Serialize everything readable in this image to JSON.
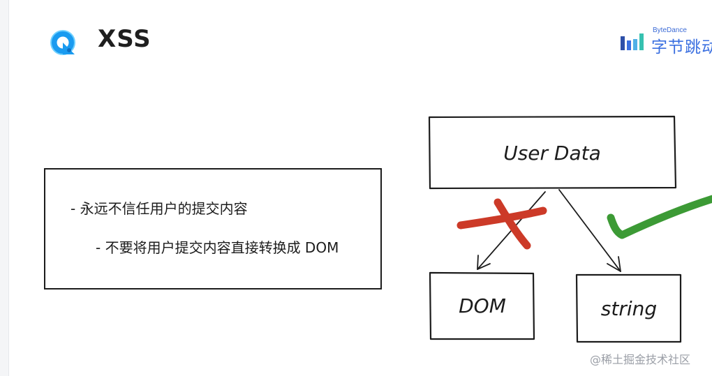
{
  "slide": {
    "title": "XSS",
    "brand": {
      "en": "ByteDance",
      "cn": "字节跳动"
    },
    "bullets": [
      "- 永远不信任用户的提交内容",
      "- 不要将用户提交内容直接转换成 DOM"
    ]
  },
  "diagram": {
    "source": "User Data",
    "targets": [
      "DOM",
      "string"
    ],
    "rejected": "DOM",
    "accepted": "string"
  },
  "colors": {
    "accent": "#1a9bf0",
    "brand_blue": "#3a6fe0",
    "cross_red": "#cc3a28",
    "check_green": "#3c9a35"
  },
  "watermark": "@稀土掘金技术社区"
}
